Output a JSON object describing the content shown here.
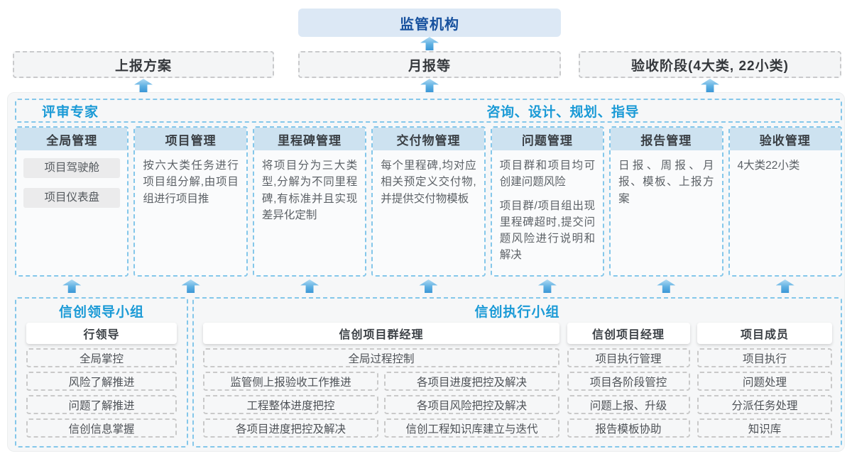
{
  "top": {
    "regulator": "监管机构",
    "report_plan": "上报方案",
    "monthly_report": "月报等",
    "acceptance_stage": "验收阶段(4大类, 22小类)"
  },
  "experts": {
    "review_experts": "评审专家",
    "consulting": "咨询、设计、规划、指导"
  },
  "columns": [
    {
      "title": "全局管理",
      "pills": [
        "项目驾驶舱",
        "项目仪表盘"
      ]
    },
    {
      "title": "项目管理",
      "paragraphs": [
        "按六大类任务进行项目组分解,由项目组进行项目推"
      ]
    },
    {
      "title": "里程碑管理",
      "paragraphs": [
        "将项目分为三大类型,分解为不同里程碑,有标准并且实现差异化定制"
      ]
    },
    {
      "title": "交付物管理",
      "paragraphs": [
        "每个里程碑,均对应相关预定义交付物,并提供交付物模板"
      ]
    },
    {
      "title": "问题管理",
      "paragraphs": [
        "项目群和项目均可创建问题风险",
        "项目群/项目组出现里程碑超时,提交问题风险进行说明和解决"
      ]
    },
    {
      "title": "报告管理",
      "paragraphs": [
        "日报、周报、月报、模板、上报方案"
      ]
    },
    {
      "title": "验收管理",
      "paragraphs": [
        "4大类22小类"
      ]
    }
  ],
  "bottom": {
    "leader_group": {
      "title": "信创领导小组",
      "role": "行领导",
      "items": [
        "全局掌控",
        "风险了解推进",
        "问题了解推进",
        "信创信息掌握"
      ]
    },
    "exec_group": {
      "title": "信创执行小组",
      "pm_group": {
        "role": "信创项目群经理",
        "full_item": "全局过程控制",
        "col_a": [
          "监管侧上报验收工作推进",
          "工程整体进度把控",
          "各项目进度把控及解决"
        ],
        "col_b": [
          "各项目进度把控及解决",
          "各项目风险把控及解决",
          "信创工程知识库建立与迭代"
        ]
      },
      "project_manager": {
        "role": "信创项目经理",
        "items": [
          "项目执行管理",
          "项目各阶段管控",
          "问题上报、升级",
          "报告模板协助"
        ]
      },
      "member": {
        "role": "项目成员",
        "items": [
          "项目执行",
          "问题处理",
          "分派任务处理",
          "知识库"
        ]
      }
    }
  },
  "colors": {
    "accent_blue_text": "#1a9ad6",
    "dark_blue_text": "#17519e",
    "regulator_bg": "#dce8f5",
    "column_header_bg": "#cde2f0",
    "dashed_blue_border": "#84c7ea",
    "dashed_gray_border": "#c9c9c9",
    "container_bg": "#f6f7f8",
    "arrow_gradient_top": "#b0dbf4",
    "arrow_gradient_bottom": "#3b96d6"
  }
}
